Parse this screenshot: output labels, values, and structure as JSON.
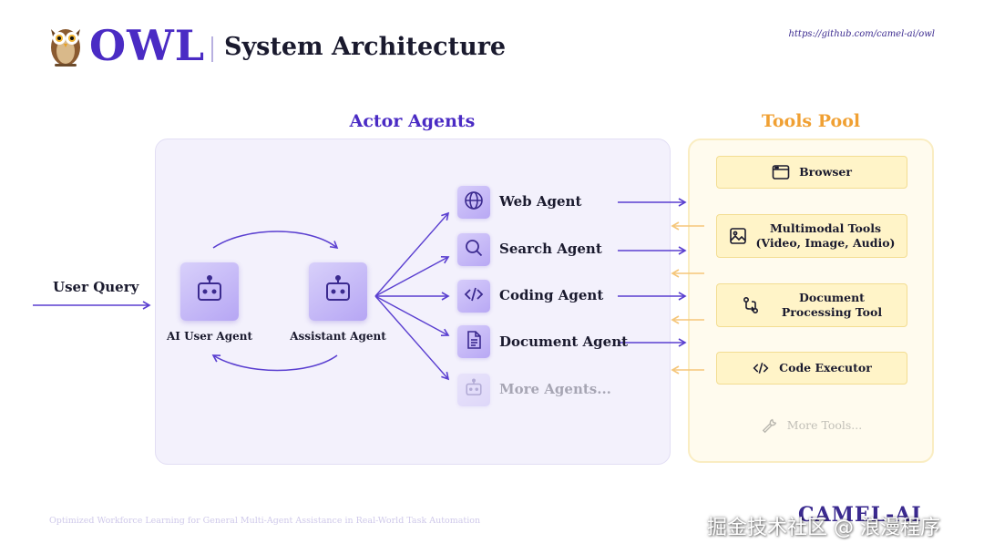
{
  "header": {
    "logo": "OWL",
    "title": "System Architecture",
    "repo_link": "https://github.com/camel-ai/owl"
  },
  "sections": {
    "actor_agents": "Actor Agents",
    "tools_pool": "Tools Pool"
  },
  "input": {
    "label": "User Query"
  },
  "core_agents": [
    {
      "label": "AI User Agent",
      "icon": "robot-icon"
    },
    {
      "label": "Assistant Agent",
      "icon": "robot-icon"
    }
  ],
  "agents": [
    {
      "label": "Web Agent",
      "icon": "globe-icon"
    },
    {
      "label": "Search Agent",
      "icon": "search-icon"
    },
    {
      "label": "Coding Agent",
      "icon": "code-icon"
    },
    {
      "label": "Document Agent",
      "icon": "document-icon"
    },
    {
      "label": "More Agents...",
      "icon": "robot-icon"
    }
  ],
  "tools": [
    {
      "label": "Browser",
      "icon": "browser-window-icon"
    },
    {
      "line1": "Multimodal Tools",
      "line2": "(Video, Image, Audio)",
      "icon": "image-icon"
    },
    {
      "line1": "Document",
      "line2": "Processing Tool",
      "icon": "git-compare-icon"
    },
    {
      "label": "Code Executor",
      "icon": "code-icon"
    },
    {
      "label": "More Tools...",
      "icon": "wrench-icon"
    }
  ],
  "footer": {
    "caption": "Optimized Workforce Learning for General Multi-Agent Assistance in Real-World Task Automation",
    "brand": "CAMEL-AI",
    "watermark": "掘金技术社区 @ 浪漫程序"
  },
  "colors": {
    "primary": "#4a2bc4",
    "arrow": "#5a3fd0",
    "tools_accent": "#f0a033",
    "tool_arrow": "#f5c67a"
  }
}
